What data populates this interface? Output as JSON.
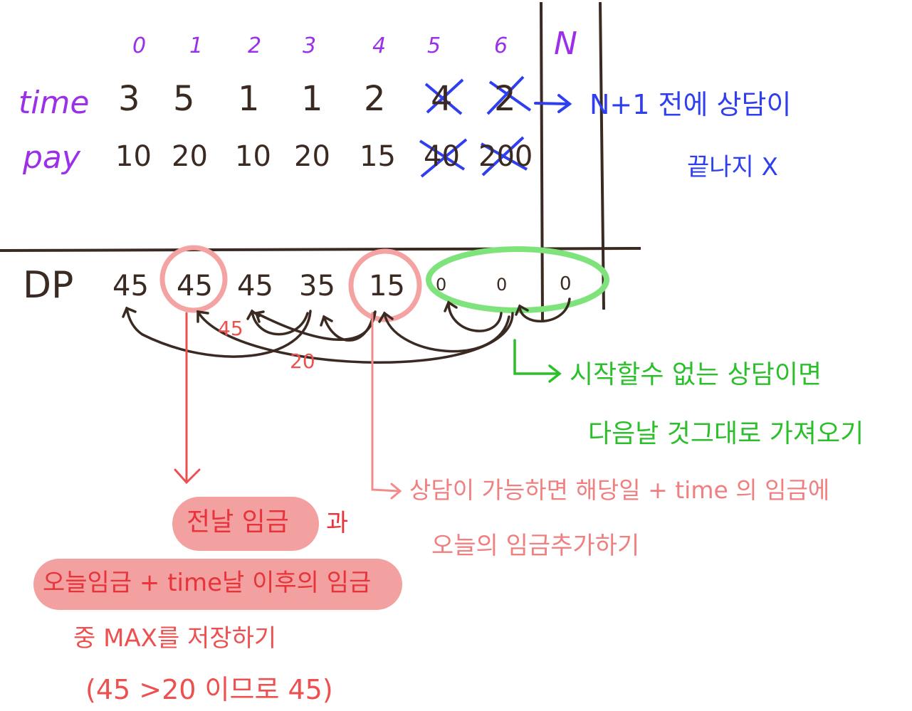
{
  "indices": [
    "0",
    "1",
    "2",
    "3",
    "4",
    "5",
    "6"
  ],
  "n_label": "N",
  "time": {
    "label": "time",
    "values": [
      "3",
      "5",
      "1",
      "1",
      "2",
      "4",
      "2"
    ]
  },
  "pay": {
    "label": "pay",
    "values": [
      "10",
      "20",
      "10",
      "20",
      "15",
      "40",
      "200"
    ]
  },
  "crossed_out_days": [
    5,
    6
  ],
  "dp": {
    "label": "DP",
    "values": [
      "45",
      "45",
      "45",
      "35",
      "15",
      "0",
      "0",
      "0"
    ]
  },
  "arrow_labels": {
    "a45": "45",
    "a20": "20"
  },
  "notes": {
    "blue_line1": "N+1 전에 상담이",
    "blue_line2": "끝나지 X",
    "green_line1": "시작할수 없는 상담이면",
    "green_line2": "다음날 것그대로 가져오기",
    "pink_line1": "상담이 가능하면 해당일 + time 의 임금에",
    "pink_line2": "오늘의 임금추가하기",
    "red_line1a": "전날 임금",
    "red_line1b": "과",
    "red_line2": "오늘임금 + time날 이후의 임금",
    "red_line3": "중 MAX를 저장하기",
    "red_line4": "(45 >20 이므로 45)"
  },
  "colors": {
    "ink": "#3a2a22",
    "index": "#9b30e8",
    "blue": "#2f3ff0",
    "green": "#2bbf2b",
    "red": "#ee5050",
    "pink": "#f07f80"
  }
}
